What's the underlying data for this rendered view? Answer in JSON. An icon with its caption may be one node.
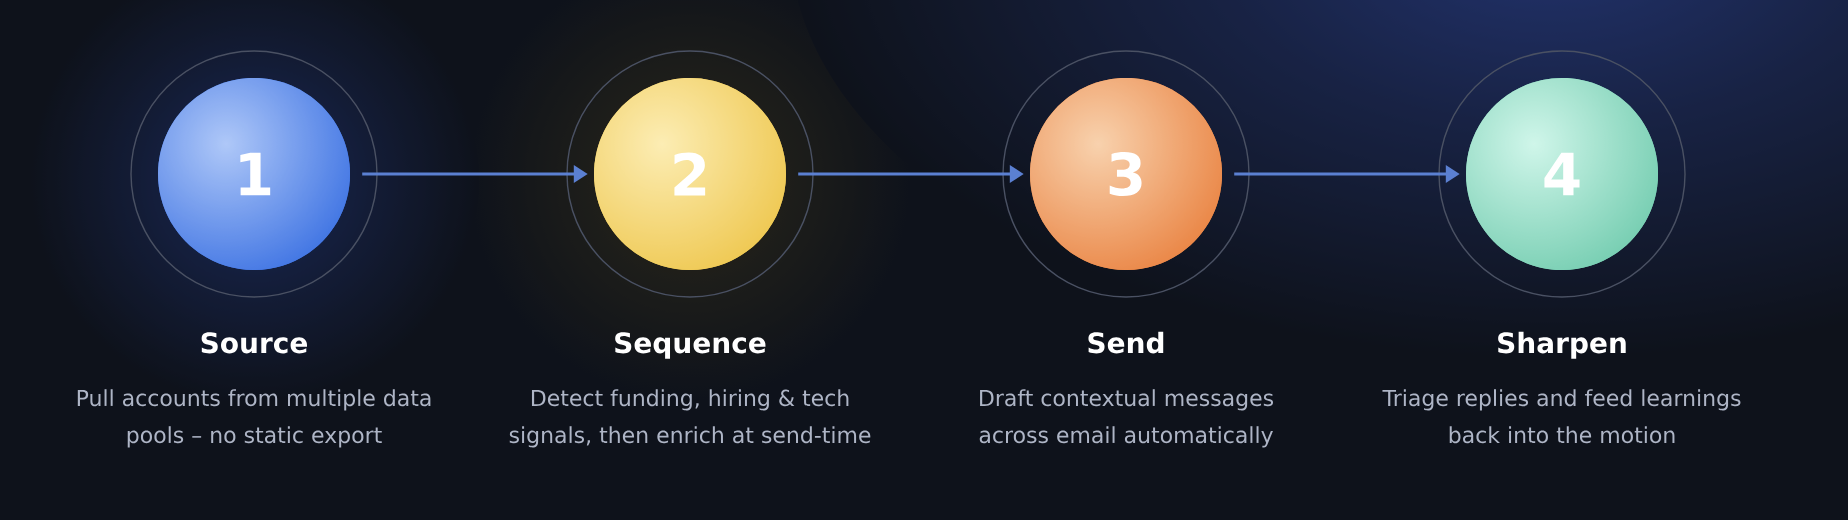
{
  "diagram": {
    "nodes": [
      {
        "text": [
          "1",
          "Source",
          "Pull accounts from multiple data pools – no static export"
        ]
      },
      {
        "text": [
          "2",
          "Sequence",
          "Detect funding, hiring & tech signals, then enrich at send-time"
        ]
      },
      {
        "text": [
          "3",
          "Send",
          "Draft contextual messages across email automatically"
        ]
      },
      {
        "text": [
          "4",
          "Sharpen",
          "Triage replies and feed learnings back into the motion"
        ]
      }
    ],
    "edges": [
      {
        "from": 0,
        "to": 1,
        "arrow": "to"
      },
      {
        "from": 1,
        "to": 2,
        "arrow": "to"
      },
      {
        "from": 2,
        "to": 3,
        "arrow": "to"
      }
    ]
  }
}
